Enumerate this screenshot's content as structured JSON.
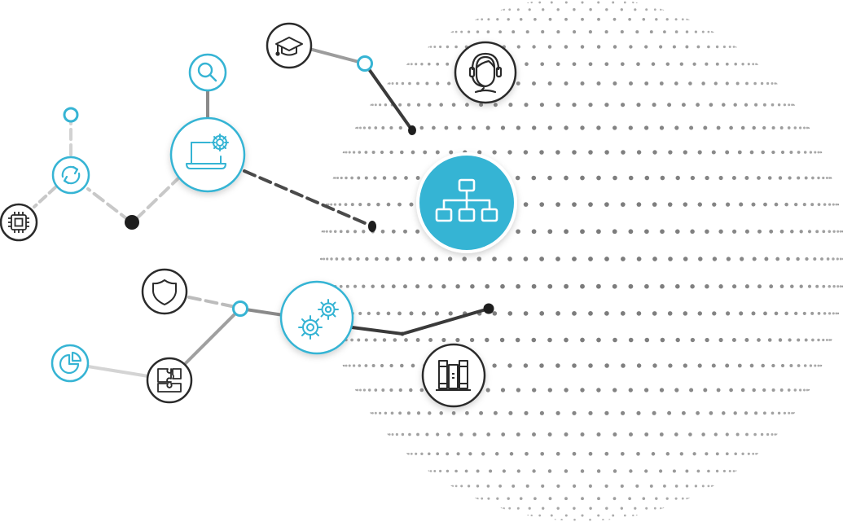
{
  "colors": {
    "accent": "#36b4d4",
    "dark": "#2b2b2b",
    "link_light": "#c8c8c8",
    "link_mid": "#9c9c9c",
    "dot": "#7a7a7a",
    "background": "#ffffff"
  },
  "nodes": [
    {
      "id": "graduation-cap-icon",
      "style": "dark-outline"
    },
    {
      "id": "headset-support-icon",
      "style": "dark-outline"
    },
    {
      "id": "search-icon",
      "style": "accent-outline"
    },
    {
      "id": "laptop-settings-icon",
      "style": "accent-outline"
    },
    {
      "id": "sync-icon",
      "style": "accent-outline"
    },
    {
      "id": "cpu-chip-icon",
      "style": "dark-outline"
    },
    {
      "id": "hierarchy-icon",
      "style": "accent-filled"
    },
    {
      "id": "shield-icon",
      "style": "dark-outline"
    },
    {
      "id": "gears-icon",
      "style": "accent-outline"
    },
    {
      "id": "pie-chart-icon",
      "style": "accent-outline"
    },
    {
      "id": "puzzle-icon",
      "style": "dark-outline"
    },
    {
      "id": "books-icon",
      "style": "dark-outline"
    }
  ]
}
